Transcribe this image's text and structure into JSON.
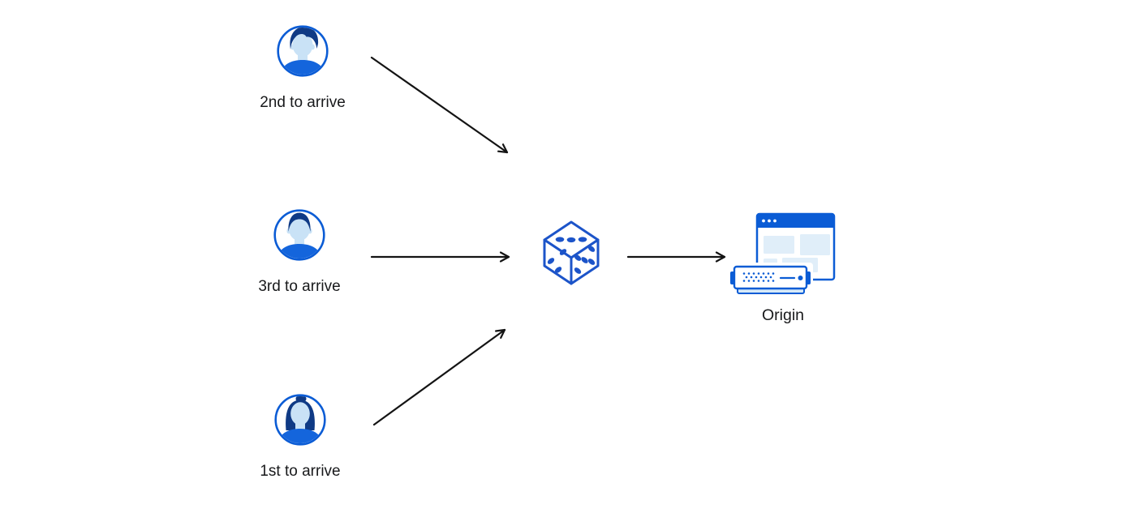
{
  "diagram": {
    "clients": [
      {
        "label": "2nd to arrive",
        "icon": "avatar-man-pompadour-icon"
      },
      {
        "label": "3rd to arrive",
        "icon": "avatar-man-short-hair-icon"
      },
      {
        "label": "1st to arrive",
        "icon": "avatar-woman-bun-icon"
      }
    ],
    "randomizer": {
      "icon": "dice-icon"
    },
    "origin": {
      "label": "Origin",
      "icon": "origin-server-browser-icon"
    },
    "connections": [
      {
        "from": "2nd to arrive",
        "to": "dice"
      },
      {
        "from": "3rd to arrive",
        "to": "dice"
      },
      {
        "from": "1st to arrive",
        "to": "dice"
      },
      {
        "from": "dice",
        "to": "Origin"
      }
    ]
  },
  "colors": {
    "accent_blue": "#0b5cd5",
    "hair_navy": "#0f3a85",
    "skin_light_blue": "#c9e2f6",
    "shirt_blue": "#1465dc",
    "dice_blue": "#1c54c9",
    "browser_panel_blue": "#e0eef9",
    "server_base_blue": "#d6e9f8",
    "arrow_black": "#141414",
    "text_color": "#18191b",
    "background": "#ffffff"
  }
}
